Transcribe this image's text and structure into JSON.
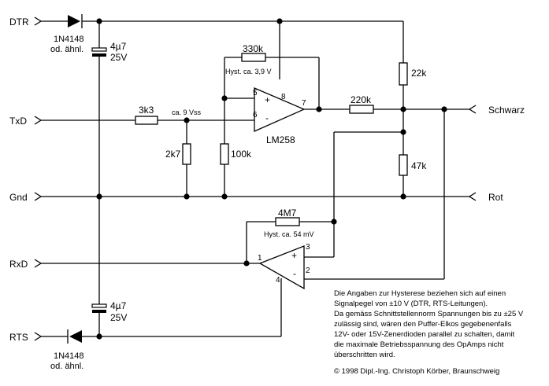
{
  "signals": {
    "dtr": "DTR",
    "txd": "TxD",
    "gnd": "Gnd",
    "rxd": "RxD",
    "rts": "RTS",
    "schwarz": "Schwarz",
    "rot": "Rot"
  },
  "components": {
    "diode_top": "1N4148",
    "diode_top_alt": "od. ähnl.",
    "diode_bottom": "1N4148",
    "diode_bottom_alt": "od. ähnl.",
    "cap_top_value": "4µ7",
    "cap_top_voltage": "25V",
    "cap_bottom_value": "4µ7",
    "cap_bottom_voltage": "25V",
    "r_3k3": "3k3",
    "r_2k7": "2k7",
    "r_100k": "100k",
    "r_330k": "330k",
    "r_220k": "220k",
    "r_22k": "22k",
    "r_47k": "47k",
    "r_4m7": "4M7",
    "opamp_top": "LM258",
    "hyst_top": "Hyst. ca. 3,9 V",
    "hyst_bottom": "Hyst. ca. 54 mV",
    "vss_note": "ca. 9 Vss",
    "pins": {
      "p5": "5",
      "p6": "6",
      "p7": "7",
      "p8": "8",
      "p1": "1",
      "p2": "2",
      "p3": "3",
      "p4": "4",
      "plus_top": "+",
      "minus_top": "-",
      "plus_bottom": "+",
      "minus_bottom": "-"
    }
  },
  "notes": {
    "lines": [
      "Die Angaben zur Hysterese beziehen sich auf einen",
      "Signalpegel von ±10 V (DTR, RTS-Leitungen).",
      "Da gemäss Schnittstellennorm Spannungen bis zu ±25 V",
      "zulässig sind, wären den Puffer-Elkos gegebenenfalls",
      "12V- oder 15V-Zenerdioden parallel zu schalten, damit",
      "die maximale Betriebsspannung des OpAmps nicht",
      "überschritten wird."
    ],
    "copyright": "© 1998 Dipl.-Ing. Christoph Körber, Braunschweig"
  }
}
